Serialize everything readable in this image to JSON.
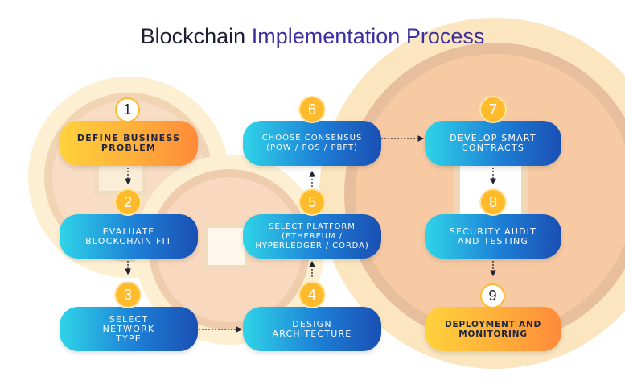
{
  "title": {
    "part1": "Blockchain",
    "part2": "Implementation Process"
  },
  "colors": {
    "accent_title": "#3b2fa0",
    "step_blue_start": "#2fd4e8",
    "step_blue_end": "#1a4fb3",
    "step_orange_start": "#ffd23c",
    "step_orange_end": "#ff8a3a",
    "number_badge": "#ffbb2c"
  },
  "steps": [
    {
      "number": "1",
      "label": "Define Business Problem"
    },
    {
      "number": "2",
      "label": "Evaluate Blockchain Fit"
    },
    {
      "number": "3",
      "label": "Select Network Type"
    },
    {
      "number": "4",
      "label": "Design Architecture"
    },
    {
      "number": "5",
      "label": "Select Platform (Ethereum / Hyperledger / Corda)"
    },
    {
      "number": "6",
      "label": "Choose Consensus (PoW / PoS / PBFT)"
    },
    {
      "number": "7",
      "label": "Develop Smart Contracts"
    },
    {
      "number": "8",
      "label": "Security Audit and Testing"
    },
    {
      "number": "9",
      "label": "Deployment and Monitoring"
    }
  ]
}
